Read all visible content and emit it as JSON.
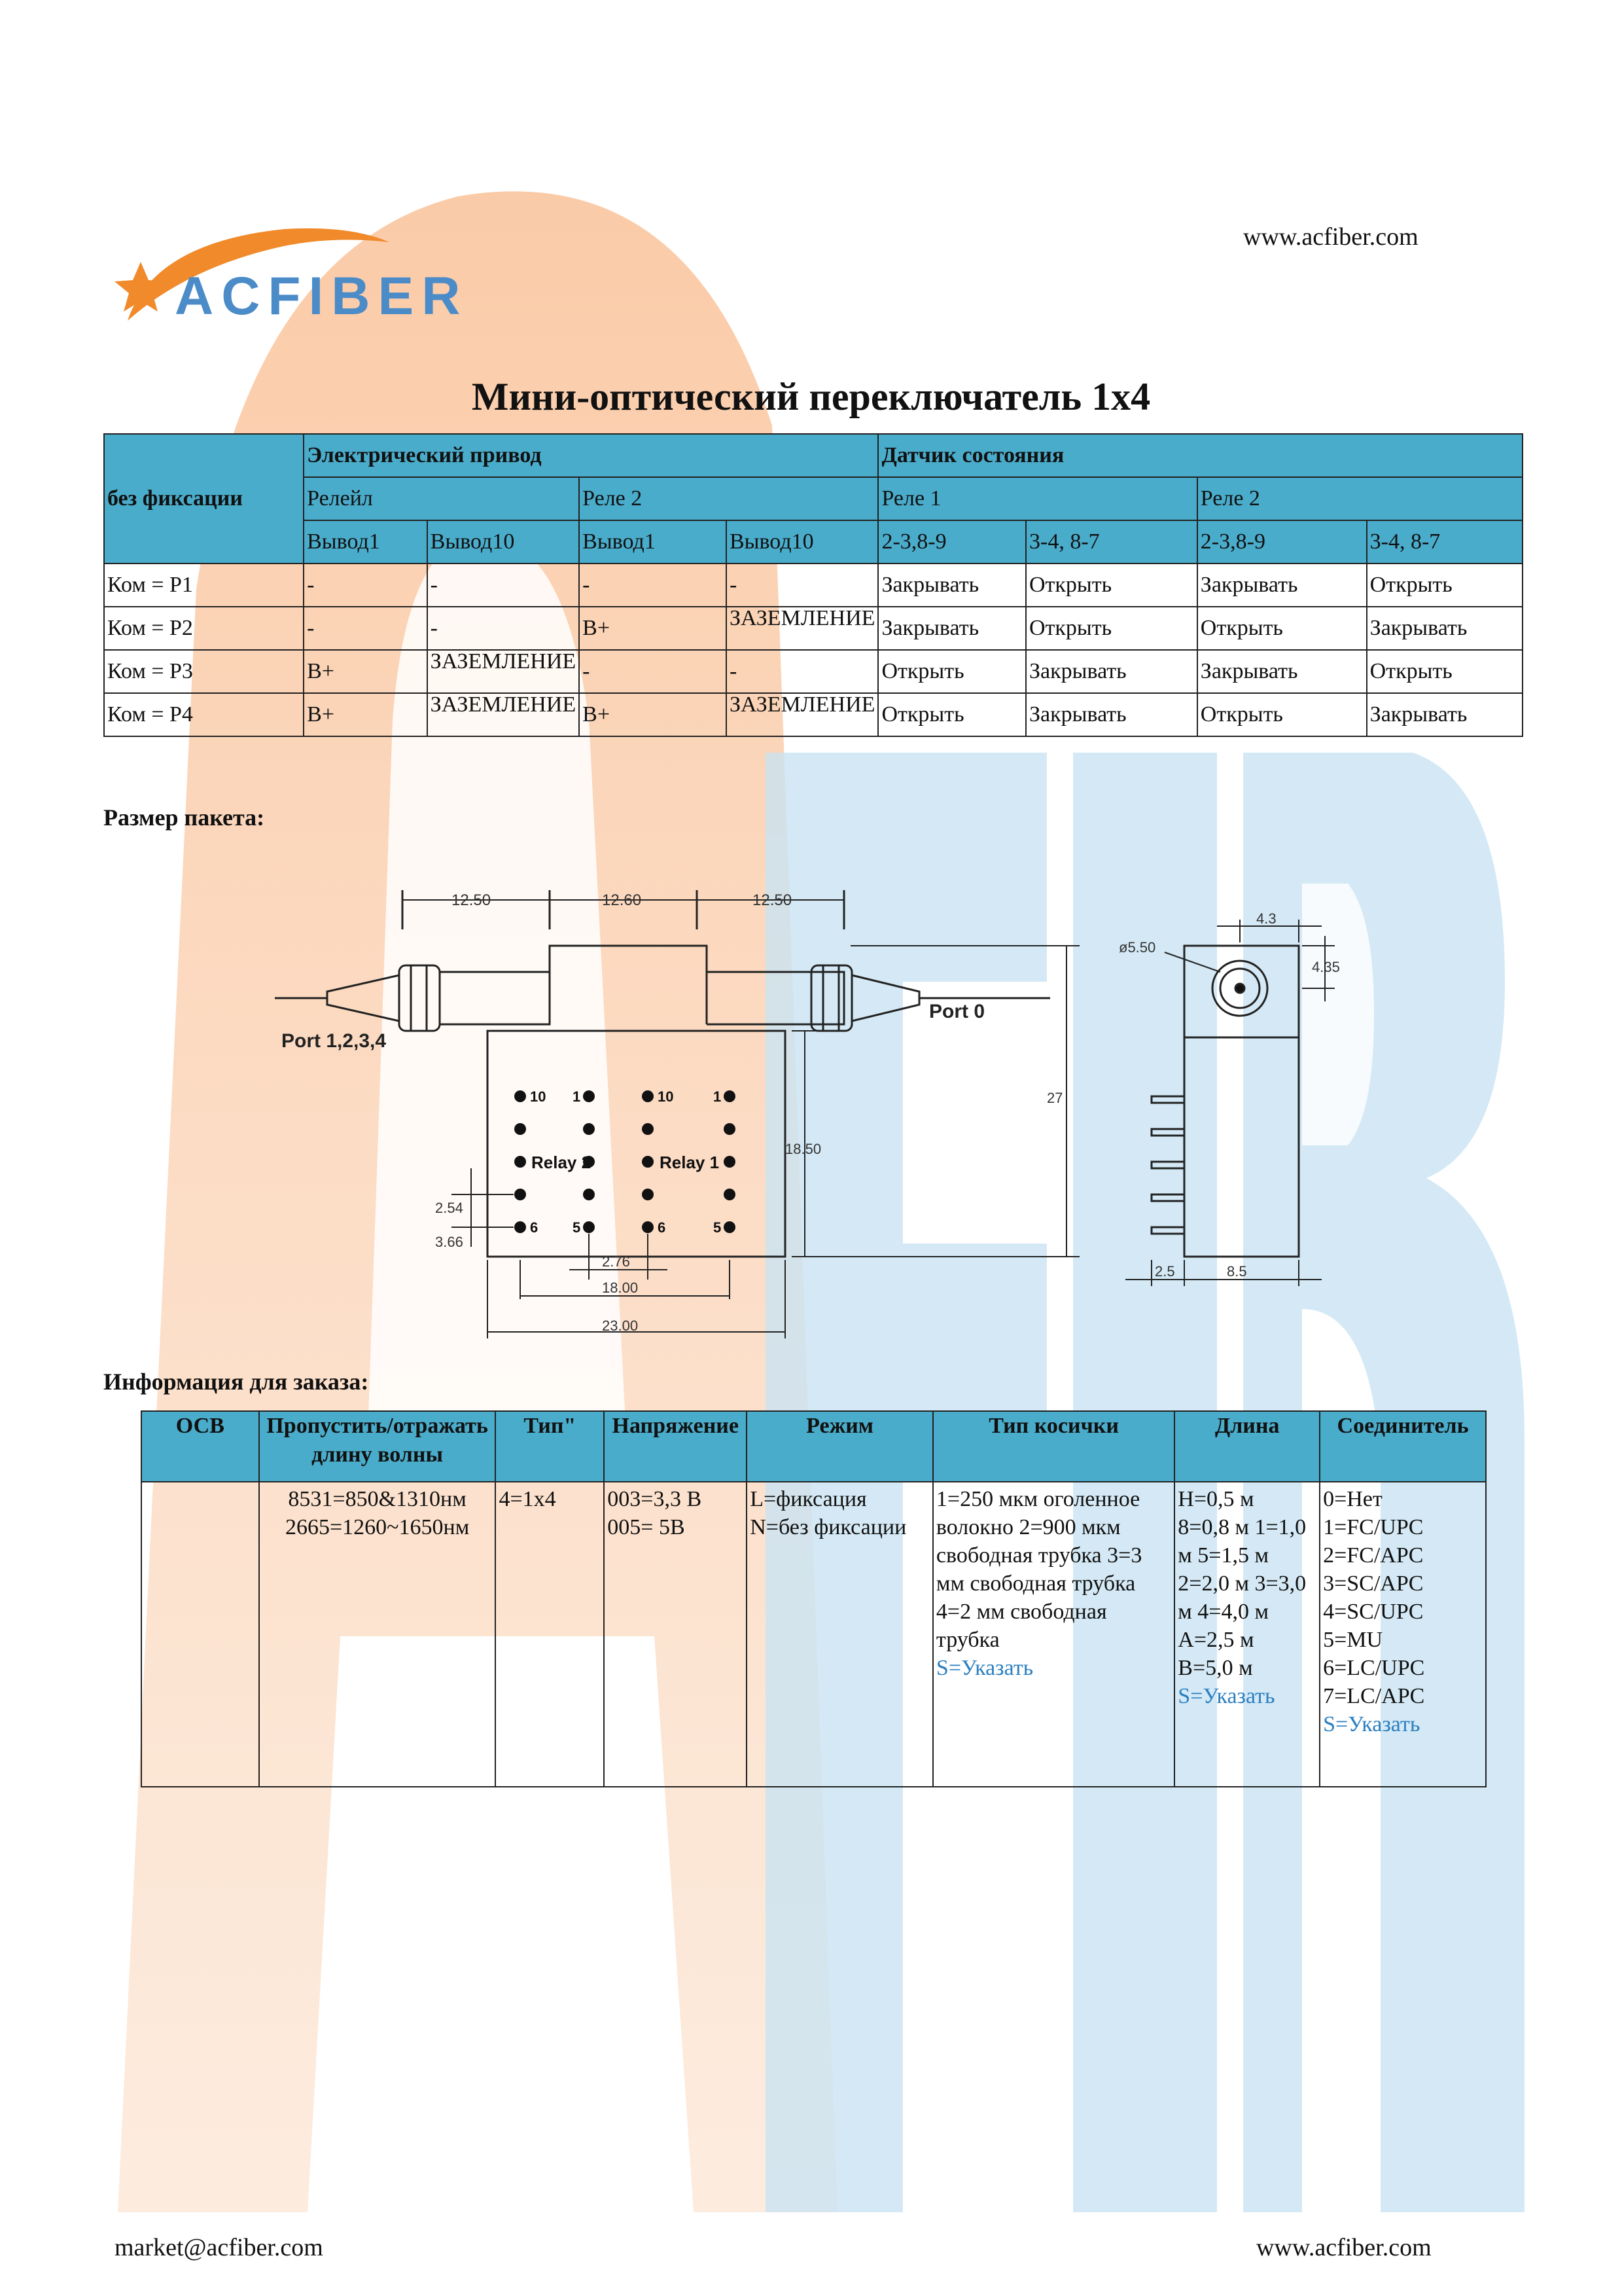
{
  "header": {
    "site": "www.acfiber.com",
    "logo_text": "ACFIBER",
    "title": "Мини-оптический переключатель 1x4"
  },
  "switch_table": {
    "corner": "без фиксации",
    "group_drive": "Электрический привод",
    "group_sensor": "Датчик состояния",
    "sub_relay1": "Релейл",
    "sub_relay2": "Реле 2",
    "sub_sensor1": "Реле 1",
    "sub_sensor2": "Реле 2",
    "cols": [
      "Вывод1",
      "Вывод10",
      "Вывод1",
      "Вывод10",
      "2-3,8-9",
      "3-4, 8-7",
      "2-3,8-9",
      "3-4, 8-7"
    ],
    "rows": [
      [
        "Ком = P1",
        "-",
        "-",
        "-",
        "-",
        "Закрывать",
        "Открыть",
        "Закрывать",
        "Открыть"
      ],
      [
        "Ком = P2",
        "-",
        "-",
        "B+",
        "ЗАЗЕМЛЕНИЕ",
        "Закрывать",
        "Открыть",
        "Открыть",
        "Закрывать"
      ],
      [
        "Ком = P3",
        "B+",
        "ЗАЗЕМЛЕНИЕ",
        "-",
        "-",
        "Открыть",
        "Закрывать",
        "Закрывать",
        "Открыть"
      ],
      [
        "Ком = P4",
        "B+",
        "ЗАЗЕМЛЕНИЕ",
        "B+",
        "ЗАЗЕМЛЕНИЕ",
        "Открыть",
        "Закрывать",
        "Открыть",
        "Закрывать"
      ]
    ]
  },
  "package": {
    "heading": "Размер пакета:",
    "dims": {
      "d1": "12.50",
      "d2": "12.60",
      "d3": "12.50",
      "port_in": "Port 1,2,3,4",
      "port_out": "Port 0",
      "relay2": "Relay 2",
      "relay1": "Relay 1",
      "h27": "27",
      "h1850": "18.50",
      "p254": "2.54",
      "p366": "3.66",
      "w276": "2.76",
      "w1800": "18.00",
      "w2300": "23.00",
      "dia": "ø5.50",
      "s43": "4.3",
      "s435": "4.35",
      "s25": "2.5",
      "s85": "8.5",
      "pin10": "10",
      "pin1": "1",
      "pin6": "6",
      "pin5": "5"
    }
  },
  "order": {
    "heading": "Информация для заказа:",
    "headers": [
      "ОСВ",
      "Пропустить/отражать длину волны",
      "Тип\"",
      "Напряжение",
      "Режим",
      "Тип косички",
      "Длина",
      "Соединитель"
    ],
    "wavelength": [
      "8531=850&1310нм",
      "2665=1260~1650нм"
    ],
    "type": [
      "4=1x4"
    ],
    "voltage": [
      "003=3,3 В",
      "005= 5В"
    ],
    "mode": [
      "L=фиксация",
      "N=без фиксации"
    ],
    "pigtail": [
      "1=250 мкм оголенное волокно 2=900 мкм свободная трубка 3=3 мм свободная трубка 4=2 мм свободная трубка"
    ],
    "pigtail_spec": "S=Указать",
    "length": [
      "H=0,5 м",
      "8=0,8 м 1=1,0 м 5=1,5 м",
      "2=2,0 м 3=3,0 м 4=4,0 м",
      "A=2,5 м",
      "B=5,0 м"
    ],
    "length_spec": "S=Указать",
    "connector": [
      "0=Нет",
      "1=FC/UPC",
      "2=FC/APC",
      "3=SC/APC",
      "4=SC/UPC",
      "5=MU",
      "6=LC/UPC",
      "7=LC/APC"
    ],
    "connector_spec": "S=Указать"
  },
  "footer": {
    "email": "market@acfiber.com",
    "site": "www.acfiber.com"
  },
  "colors": {
    "header_blue": "#4aaccb",
    "link_blue": "#2b7fc1",
    "wm_orange": "#f8c9a3",
    "wm_blue": "#c9e3f3",
    "logo_blue": "#4b8cc8",
    "logo_orange": "#f08a2b"
  }
}
